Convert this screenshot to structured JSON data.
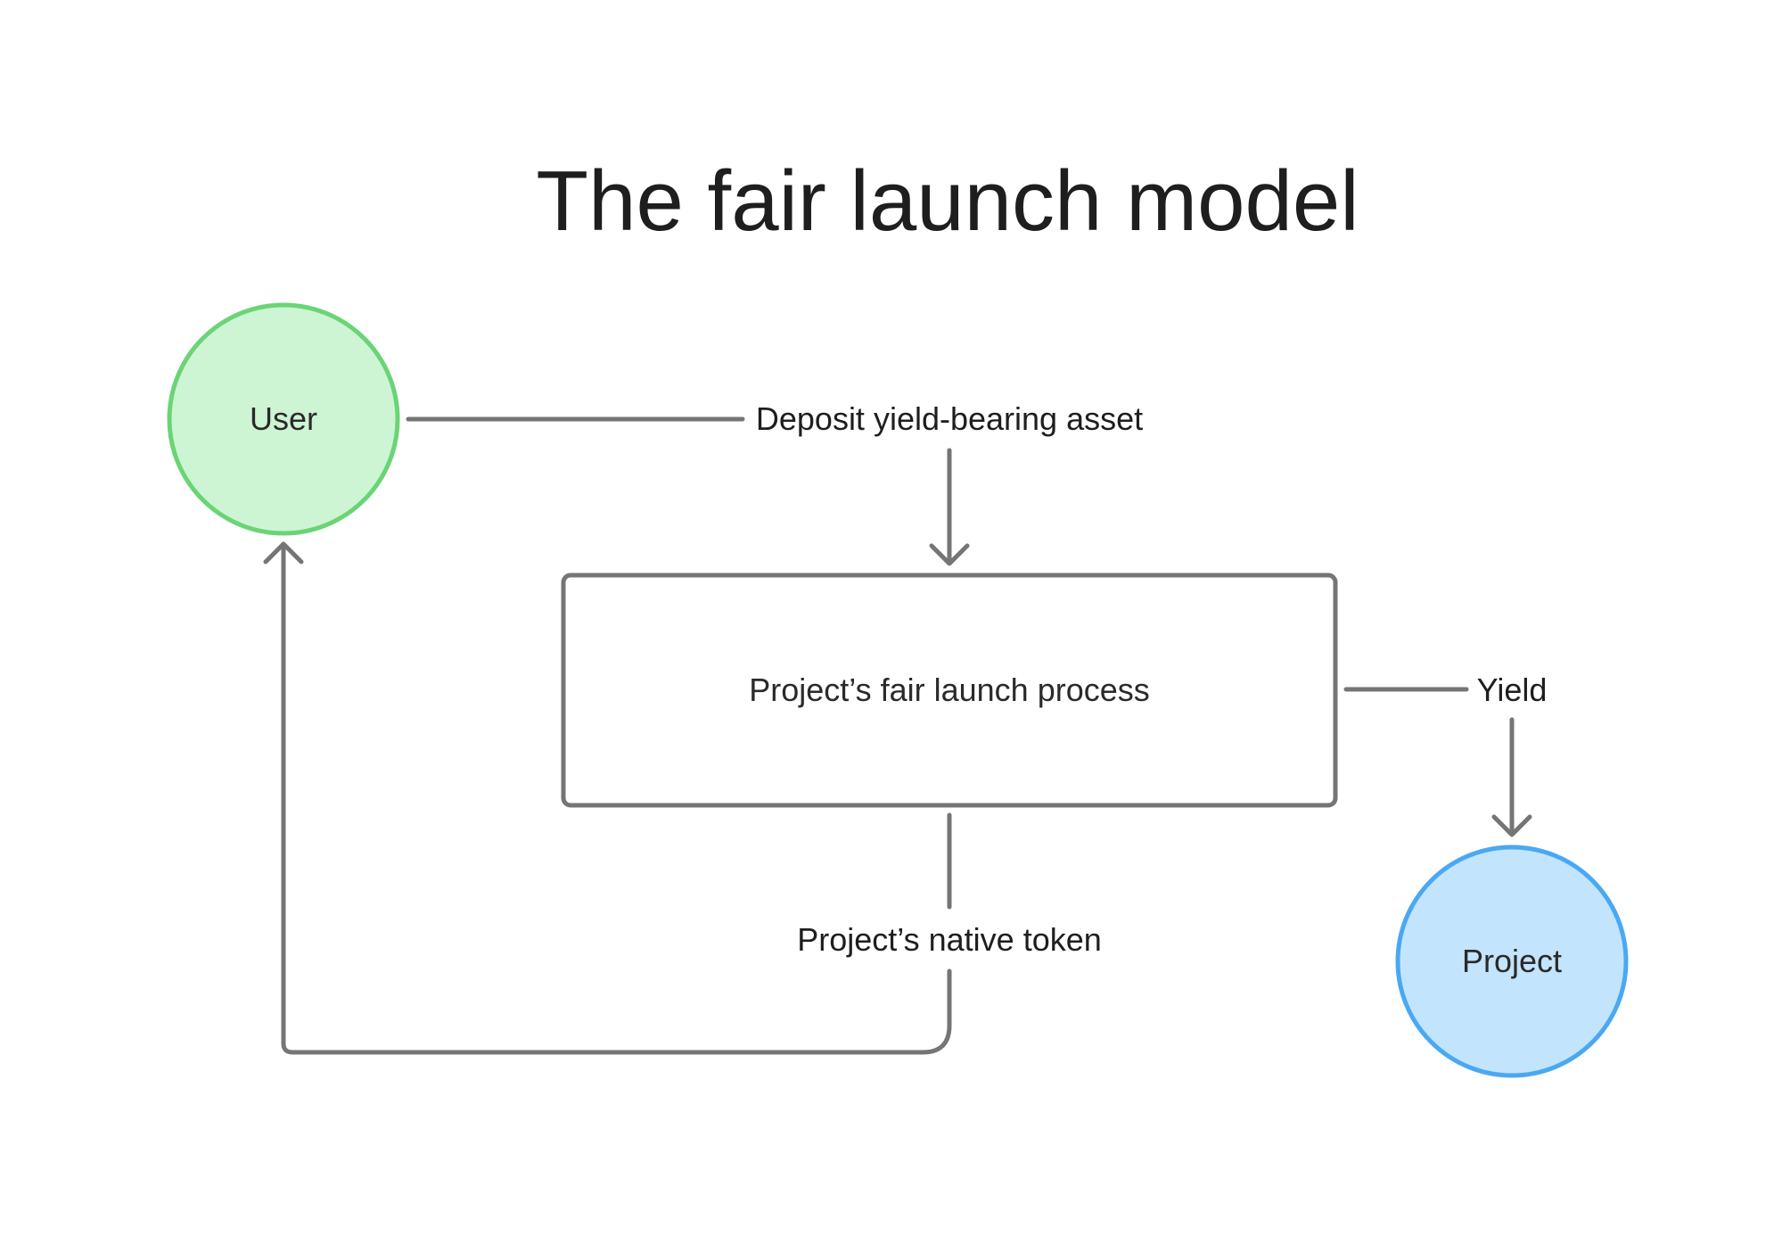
{
  "title": "The fair launch model",
  "nodes": {
    "user": {
      "label": "User",
      "fill": "#cdf5d3",
      "stroke": "#6bd476"
    },
    "process": {
      "label": "Project’s fair launch process",
      "fill": "#ffffff",
      "stroke": "#757575"
    },
    "project": {
      "label": "Project",
      "fill": "#c2e4fc",
      "stroke": "#4aa8f3"
    }
  },
  "edges": {
    "deposit": {
      "label": "Deposit yield-bearing asset",
      "from": "User",
      "to": "Project’s fair launch process"
    },
    "yield": {
      "label": "Yield",
      "from": "Project’s fair launch process",
      "to": "Project"
    },
    "native_token": {
      "label": "Project’s native token",
      "from": "Project’s fair launch process",
      "to": "User"
    }
  },
  "colors": {
    "connector": "#757575",
    "text": "#1e1e1e",
    "background": "#ffffff"
  }
}
